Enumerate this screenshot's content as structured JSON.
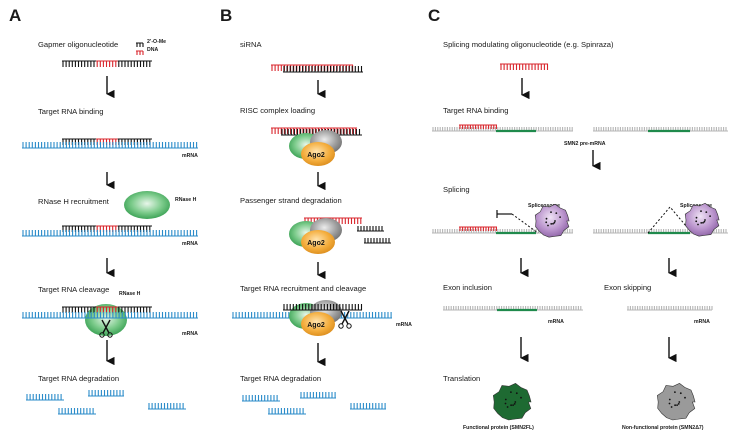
{
  "panels": {
    "a": {
      "letter": "A",
      "step1": "Gapmer oligonucleotide",
      "legend_2ome": "2’-O-Me",
      "legend_dna": "DNA",
      "step2": "Target RNA binding",
      "step3": "RNase H recruitment",
      "rnase_h_label": "RNase H",
      "step4": "Target RNA cleavage",
      "rnase_h_label2": "RNase H",
      "step5": "Target RNA degradation",
      "mrna_1": "mRNA",
      "mrna_2": "mRNA",
      "mrna_3": "mRNA"
    },
    "b": {
      "letter": "B",
      "step1": "siRNA",
      "step2": "RISC complex loading",
      "step3": "Passenger strand degradation",
      "step4": "Target RNA recruitment and cleavage",
      "step5": "Target RNA degradation",
      "ago2_1": "Ago2",
      "ago2_2": "Ago2",
      "ago2_3": "Ago2",
      "mrna_1": "mRNA"
    },
    "c": {
      "letter": "C",
      "step1": "Splicing modulating oligonucleotide (e.g. Spinraza)",
      "step2": "Target RNA binding",
      "pre_mrna": "SMN2 pre-mRNA",
      "step3": "Splicing",
      "spliceosome_1": "Spliceosome",
      "spliceosome_2": "Spliceosome",
      "exon_inclusion": "Exon inclusion",
      "exon_skipping": "Exon skipping",
      "mrna_1": "mRNA",
      "mrna_2": "mRNA",
      "step_translation": "Translation",
      "protein_functional": "Functional protein (SMN2FL)",
      "protein_nonfunctional": "Non-functional protein (SMN2Δ7)"
    }
  },
  "colors": {
    "rna_blue": "#2a8bc9",
    "dna_red": "#d8242b",
    "ome_black": "#111111",
    "rnase_green": "#3fa45a",
    "ago2_orange": "#f0a232",
    "exon_green": "#1f8a4c",
    "premrna_gray": "#b5b5b5",
    "spliceosome_purple": "#b48ec6",
    "protein_green": "#1e6a32",
    "protein_gray": "#9a9a9a"
  }
}
